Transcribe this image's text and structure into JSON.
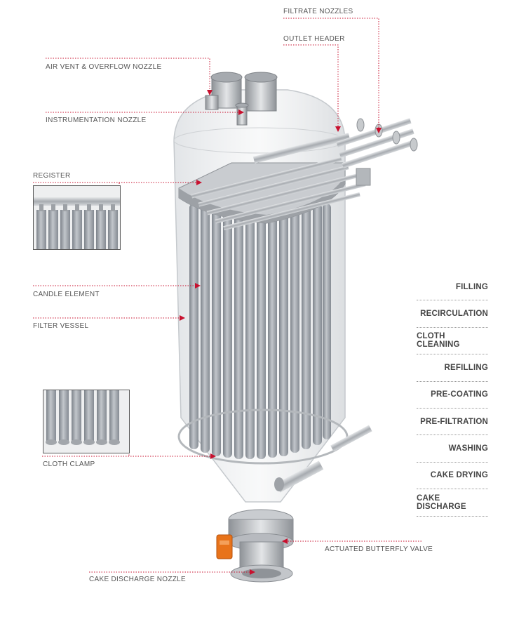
{
  "callouts": {
    "filtrate_nozzles": "FILTRATE NOZZLES",
    "outlet_header": "OUTLET HEADER",
    "air_vent": "AIR VENT & OVERFLOW NOZZLE",
    "instrumentation": "INSTRUMENTATION NOZZLE",
    "register": "REGISTER",
    "candle_element": "CANDLE ELEMENT",
    "filter_vessel": "FILTER VESSEL",
    "cloth_clamp": "CLOTH CLAMP",
    "butterfly_valve": "ACTUATED BUTTERFLY VALVE",
    "cake_discharge_nozzle": "CAKE DISCHARGE NOZZLE"
  },
  "process_steps": [
    "FILLING",
    "RECIRCULATION",
    "CLOTH CLEANING",
    "REFILLING",
    "PRE-COATING",
    "PRE-FILTRATION",
    "WASHING",
    "CAKE DRYING",
    "CAKE DISCHARGE"
  ],
  "colors": {
    "leader": "#c8102e",
    "label_text": "#555555",
    "step_text": "#444444",
    "vessel_glass": "#e6e8ea",
    "candle": "#9ea3aa",
    "steel": "#b9bcc0",
    "actuator": "#e8731a"
  }
}
